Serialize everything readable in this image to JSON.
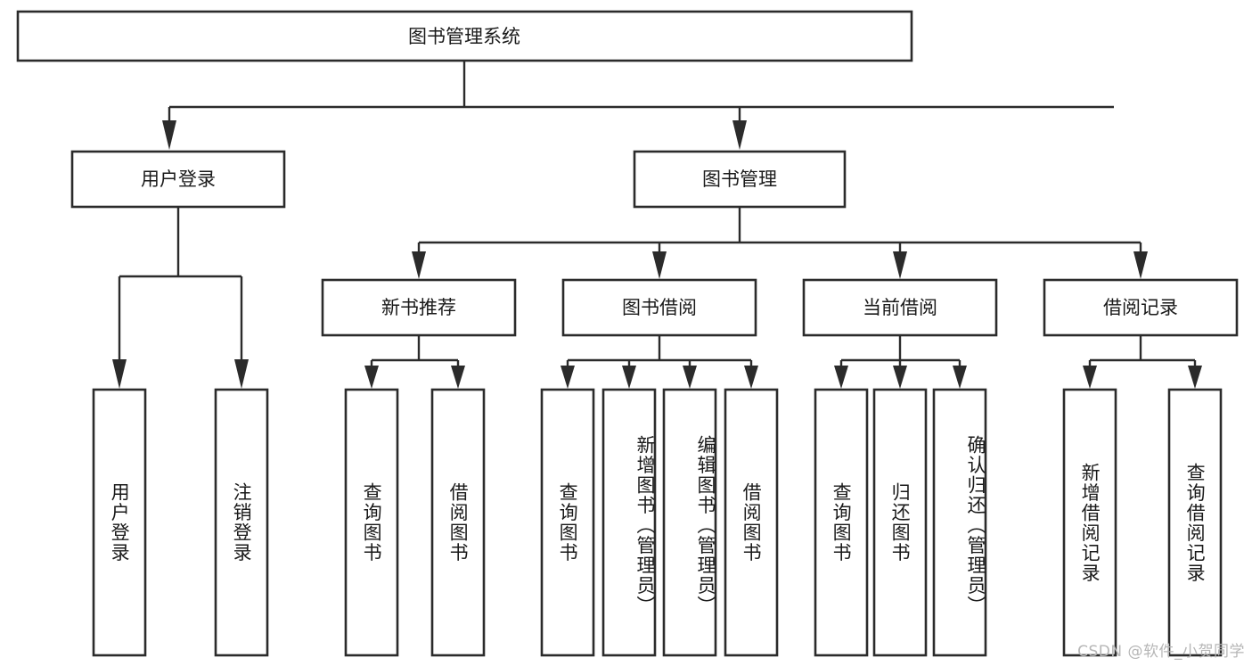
{
  "diagram": {
    "type": "hierarchy-tree",
    "title": "图书管理系统",
    "orientation": "top-down",
    "levels": 4,
    "watermark": "CSDN @软件_小贺同学",
    "colors": {
      "stroke": "#2b2b2b",
      "fill": "#ffffff",
      "text": "#1a1a1a",
      "watermark": "#b6b6b6",
      "background": "#ffffff"
    },
    "root": {
      "id": "root",
      "label": "图书管理系统"
    },
    "level1": [
      {
        "id": "user-login",
        "label": "用户登录"
      },
      {
        "id": "book-management",
        "label": "图书管理"
      }
    ],
    "level2": [
      {
        "id": "new-book-recommend",
        "label": "新书推荐",
        "parent": "book-management"
      },
      {
        "id": "book-borrow",
        "label": "图书借阅",
        "parent": "book-management"
      },
      {
        "id": "current-borrow",
        "label": "当前借阅",
        "parent": "book-management"
      },
      {
        "id": "borrow-record",
        "label": "借阅记录",
        "parent": "book-management"
      }
    ],
    "leaves": {
      "user-login": [
        {
          "id": "leaf-user-login",
          "label": "用户登录"
        },
        {
          "id": "leaf-logout-login",
          "label": "注销登录"
        }
      ],
      "new-book-recommend": [
        {
          "id": "leaf-query-book-1",
          "label": "查询图书"
        },
        {
          "id": "leaf-borrow-book-1",
          "label": "借阅图书"
        }
      ],
      "book-borrow": [
        {
          "id": "leaf-query-book-2",
          "label": "查询图书"
        },
        {
          "id": "leaf-add-book",
          "label": "新增图书（管理员）"
        },
        {
          "id": "leaf-edit-book",
          "label": "编辑图书（管理员）"
        },
        {
          "id": "leaf-borrow-book-2",
          "label": "借阅图书"
        }
      ],
      "current-borrow": [
        {
          "id": "leaf-query-book-3",
          "label": "查询图书"
        },
        {
          "id": "leaf-return-book",
          "label": "归还图书"
        },
        {
          "id": "leaf-confirm-return",
          "label": "确认归还（管理员）"
        }
      ],
      "borrow-record": [
        {
          "id": "leaf-add-borrow-record",
          "label": "新增借阅记录"
        },
        {
          "id": "leaf-query-borrow-record",
          "label": "查询借阅记录"
        }
      ]
    }
  }
}
